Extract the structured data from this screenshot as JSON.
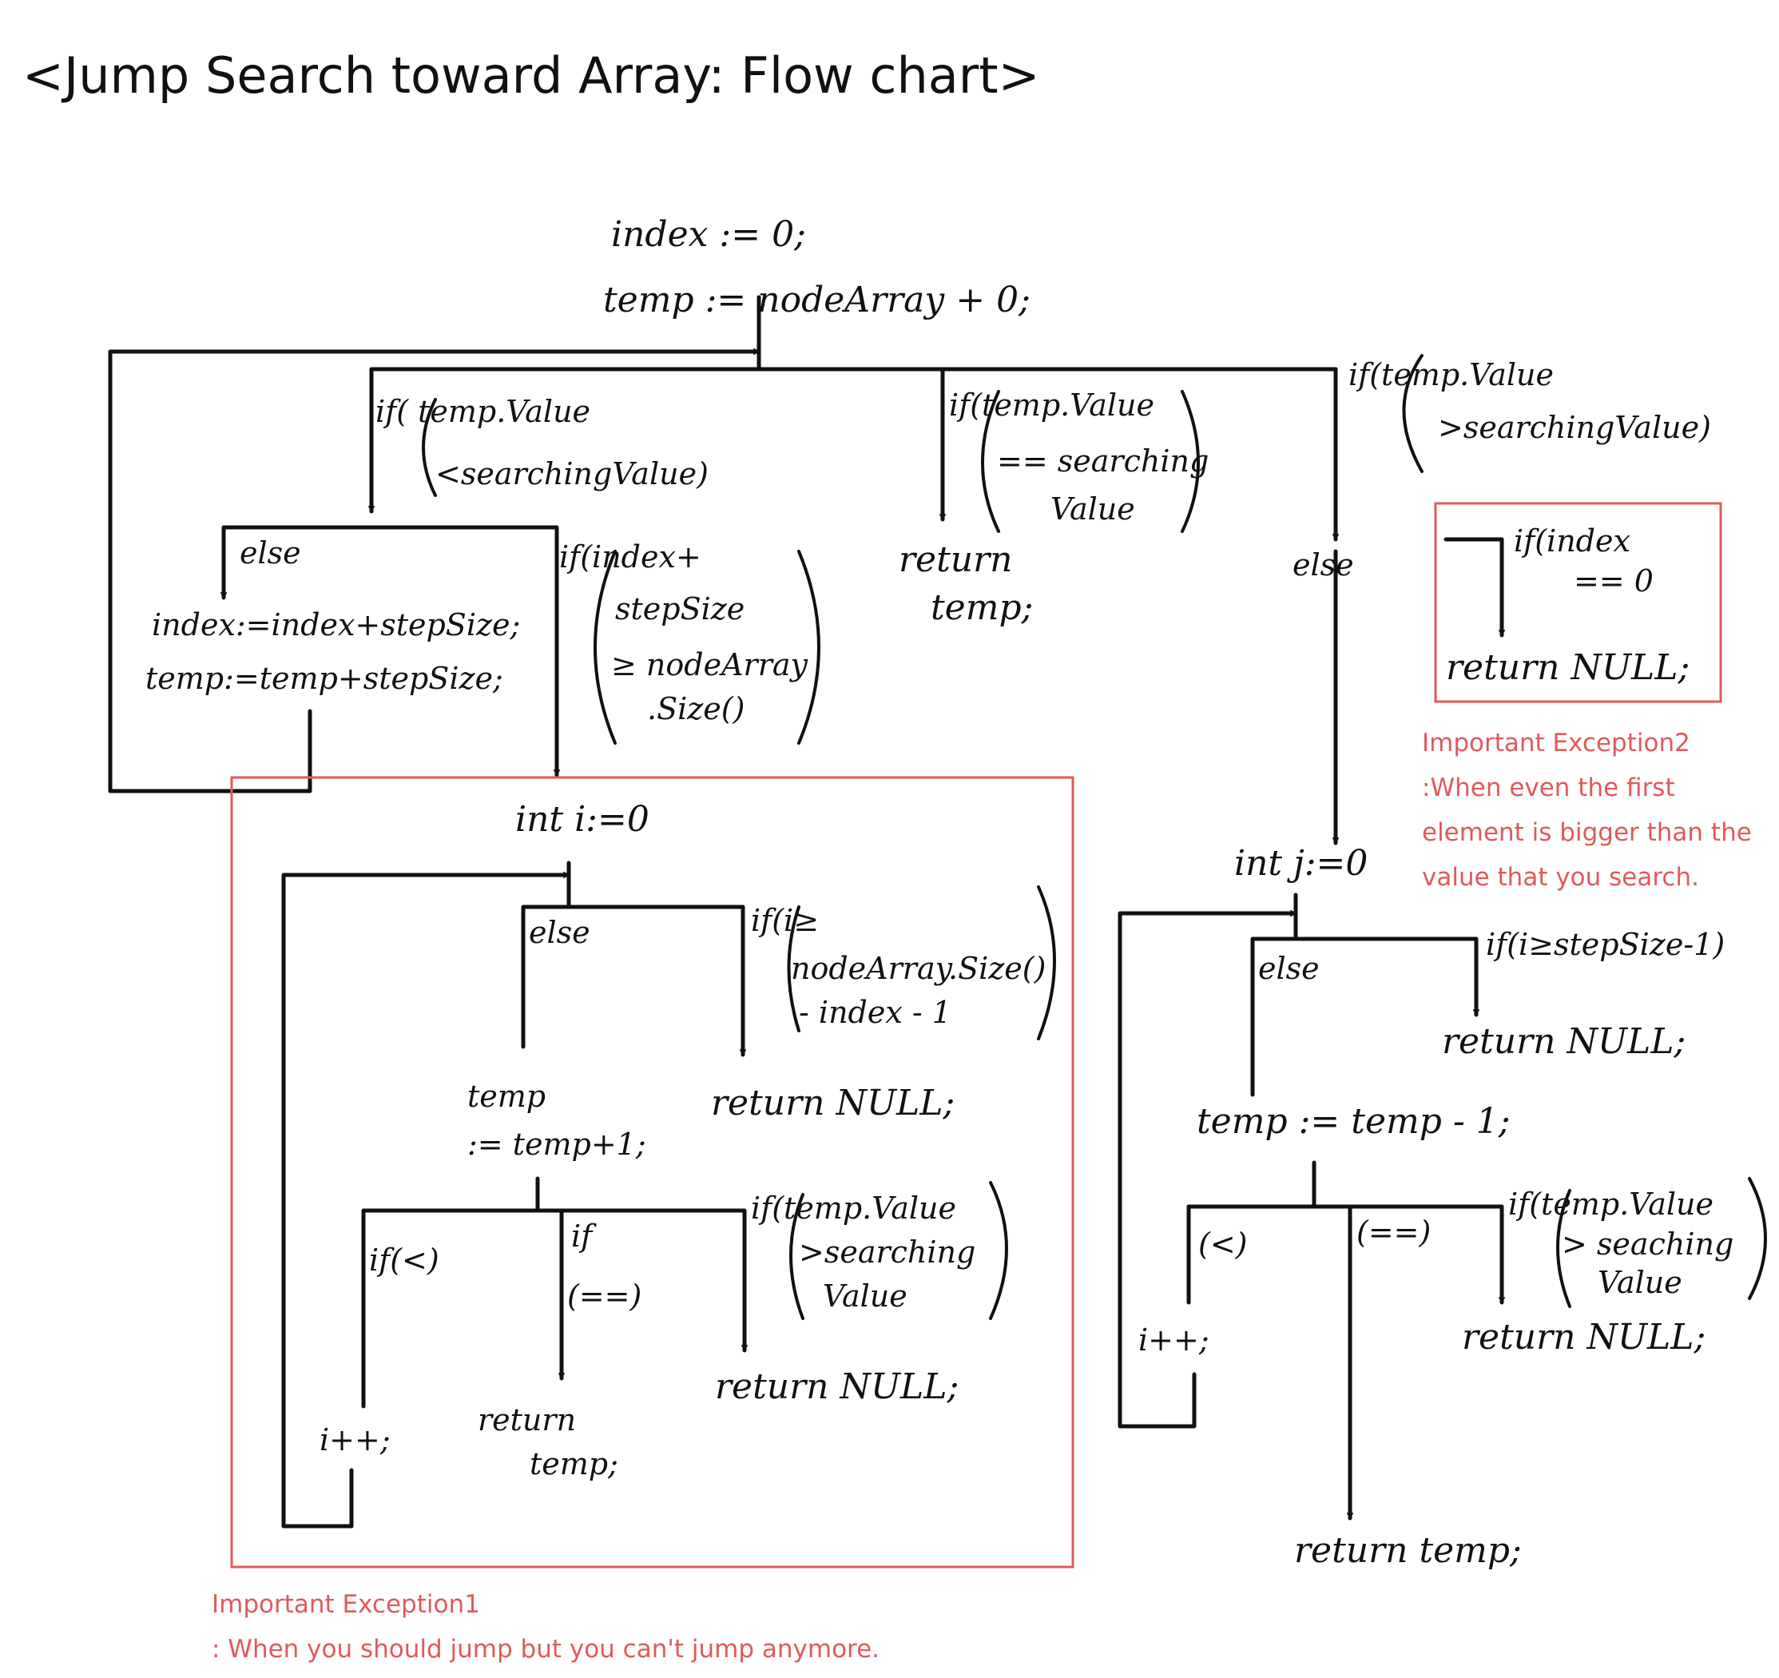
{
  "title": "<Jump Search toward Array: Flow chart>",
  "colors": {
    "ink": "#111111",
    "exception": "#e05a5a"
  },
  "init": {
    "line1": "index := 0;",
    "line2": "temp := nodeArray + 0;"
  },
  "branch_less": {
    "cond1": "if( temp.Value",
    "cond2": "<searchingValue)"
  },
  "branch_equal": {
    "cond1": "if(temp.Value",
    "cond2": "== searching",
    "cond3": "Value",
    "ret1": "return",
    "ret2": "temp;"
  },
  "branch_greater": {
    "cond1": "if(temp.Value",
    "cond2": ">searchingValue)"
  },
  "else_jump": {
    "label": "else",
    "line1": "index:=index+stepSize;",
    "line2": "temp:=temp+stepSize;"
  },
  "cond_size": {
    "l1": "if(index+",
    "l2": "stepSize",
    "l3": "≥ nodeArray",
    "l4": ".Size()"
  },
  "left_box": {
    "init": "int i:=0",
    "else_label": "else",
    "cond1": "if(i≥",
    "cond2": "nodeArray.Size()",
    "cond3": "- index - 1",
    "return_null1": "return NULL;",
    "temp1": "temp",
    "temp2": ":= temp+1;",
    "if_less": "if(<)",
    "if_eq1": "if",
    "if_eq2": "(==)",
    "cond_gt1": "if(temp.Value",
    "cond_gt2": ">searching",
    "cond_gt3": "Value",
    "i_inc": "i++;",
    "ret_temp1": "return",
    "ret_temp2": "temp;",
    "ret_null2": "return NULL;"
  },
  "right_branch": {
    "else_label": "else",
    "ex2_cond1": "if(index",
    "ex2_cond2": "== 0",
    "ex2_ret": "return NULL;",
    "init": "int j:=0",
    "cond_step": "if(i≥stepSize-1)",
    "else_label2": "else",
    "ret_null3": "return NULL;",
    "temp_dec": "temp := temp - 1;",
    "less": "(<)",
    "eq": "(==)",
    "cond_gt1": "if(temp.Value",
    "cond_gt2": "> seaching",
    "cond_gt3": "Value",
    "j_inc": "i++;",
    "ret_null4": "return NULL;",
    "ret_temp": "return temp;"
  },
  "exception1": {
    "title": "Important Exception1",
    "desc": ": When you should jump but you can't jump anymore."
  },
  "exception2": {
    "title": "Important Exception2",
    "l1": ":When even the first",
    "l2": "element is bigger than the",
    "l3": "value that you search."
  }
}
